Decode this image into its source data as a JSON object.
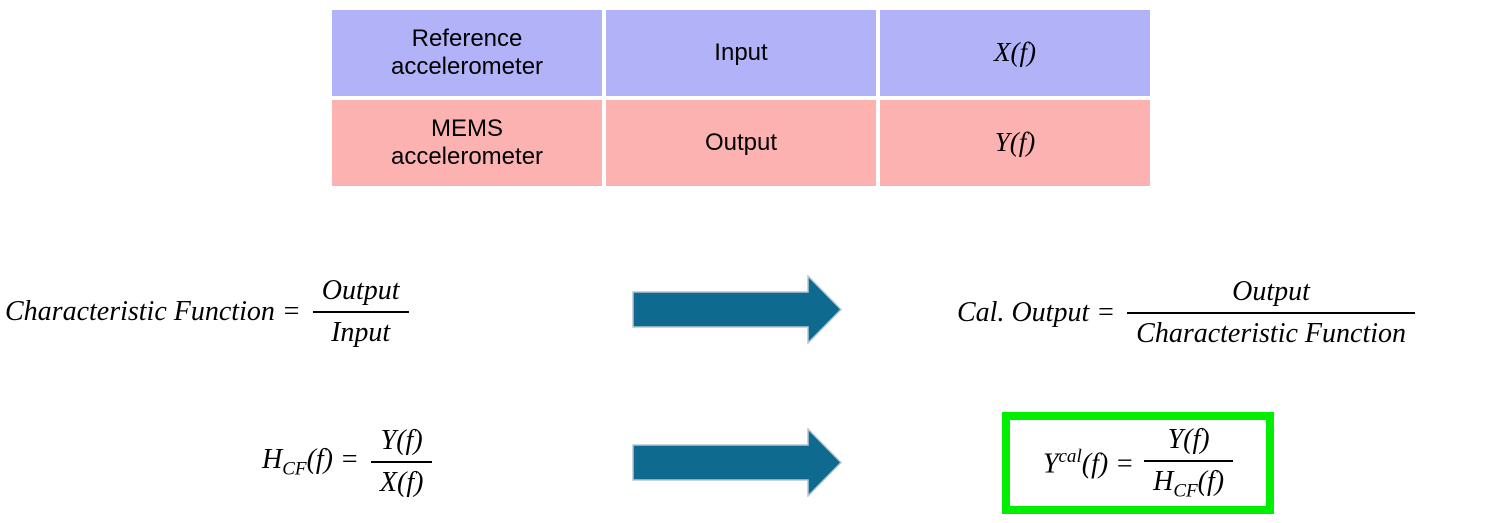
{
  "table": {
    "rows": [
      {
        "device": "Reference\naccelerometer",
        "role": "Input",
        "symbol": "X(f)"
      },
      {
        "device": "MEMS\naccelerometer",
        "role": "Output",
        "symbol": "Y(f)"
      }
    ]
  },
  "equations": {
    "characteristic": {
      "lhs": "Characteristic Function =",
      "num": "Output",
      "den": "Input"
    },
    "cal_output": {
      "lhs": "Cal. Output =",
      "num": "Output",
      "den": "Characteristic Function"
    },
    "hcf": {
      "base": "H",
      "sub": "CF",
      "args": "(f) =",
      "num": "Y(f)",
      "den": "X(f)"
    },
    "ycal": {
      "base": "Y",
      "sup": "cal",
      "args": "(f) =",
      "num": "Y(f)",
      "den_base": "H",
      "den_sub": "CF",
      "den_args": "(f)"
    }
  },
  "colors": {
    "row1": "#b2b2f8",
    "row2": "#fdb2b2",
    "arrow": "#0e6a8e",
    "outline": "#b5c7d3",
    "highlight": "#00ef00",
    "text": "#000000"
  }
}
